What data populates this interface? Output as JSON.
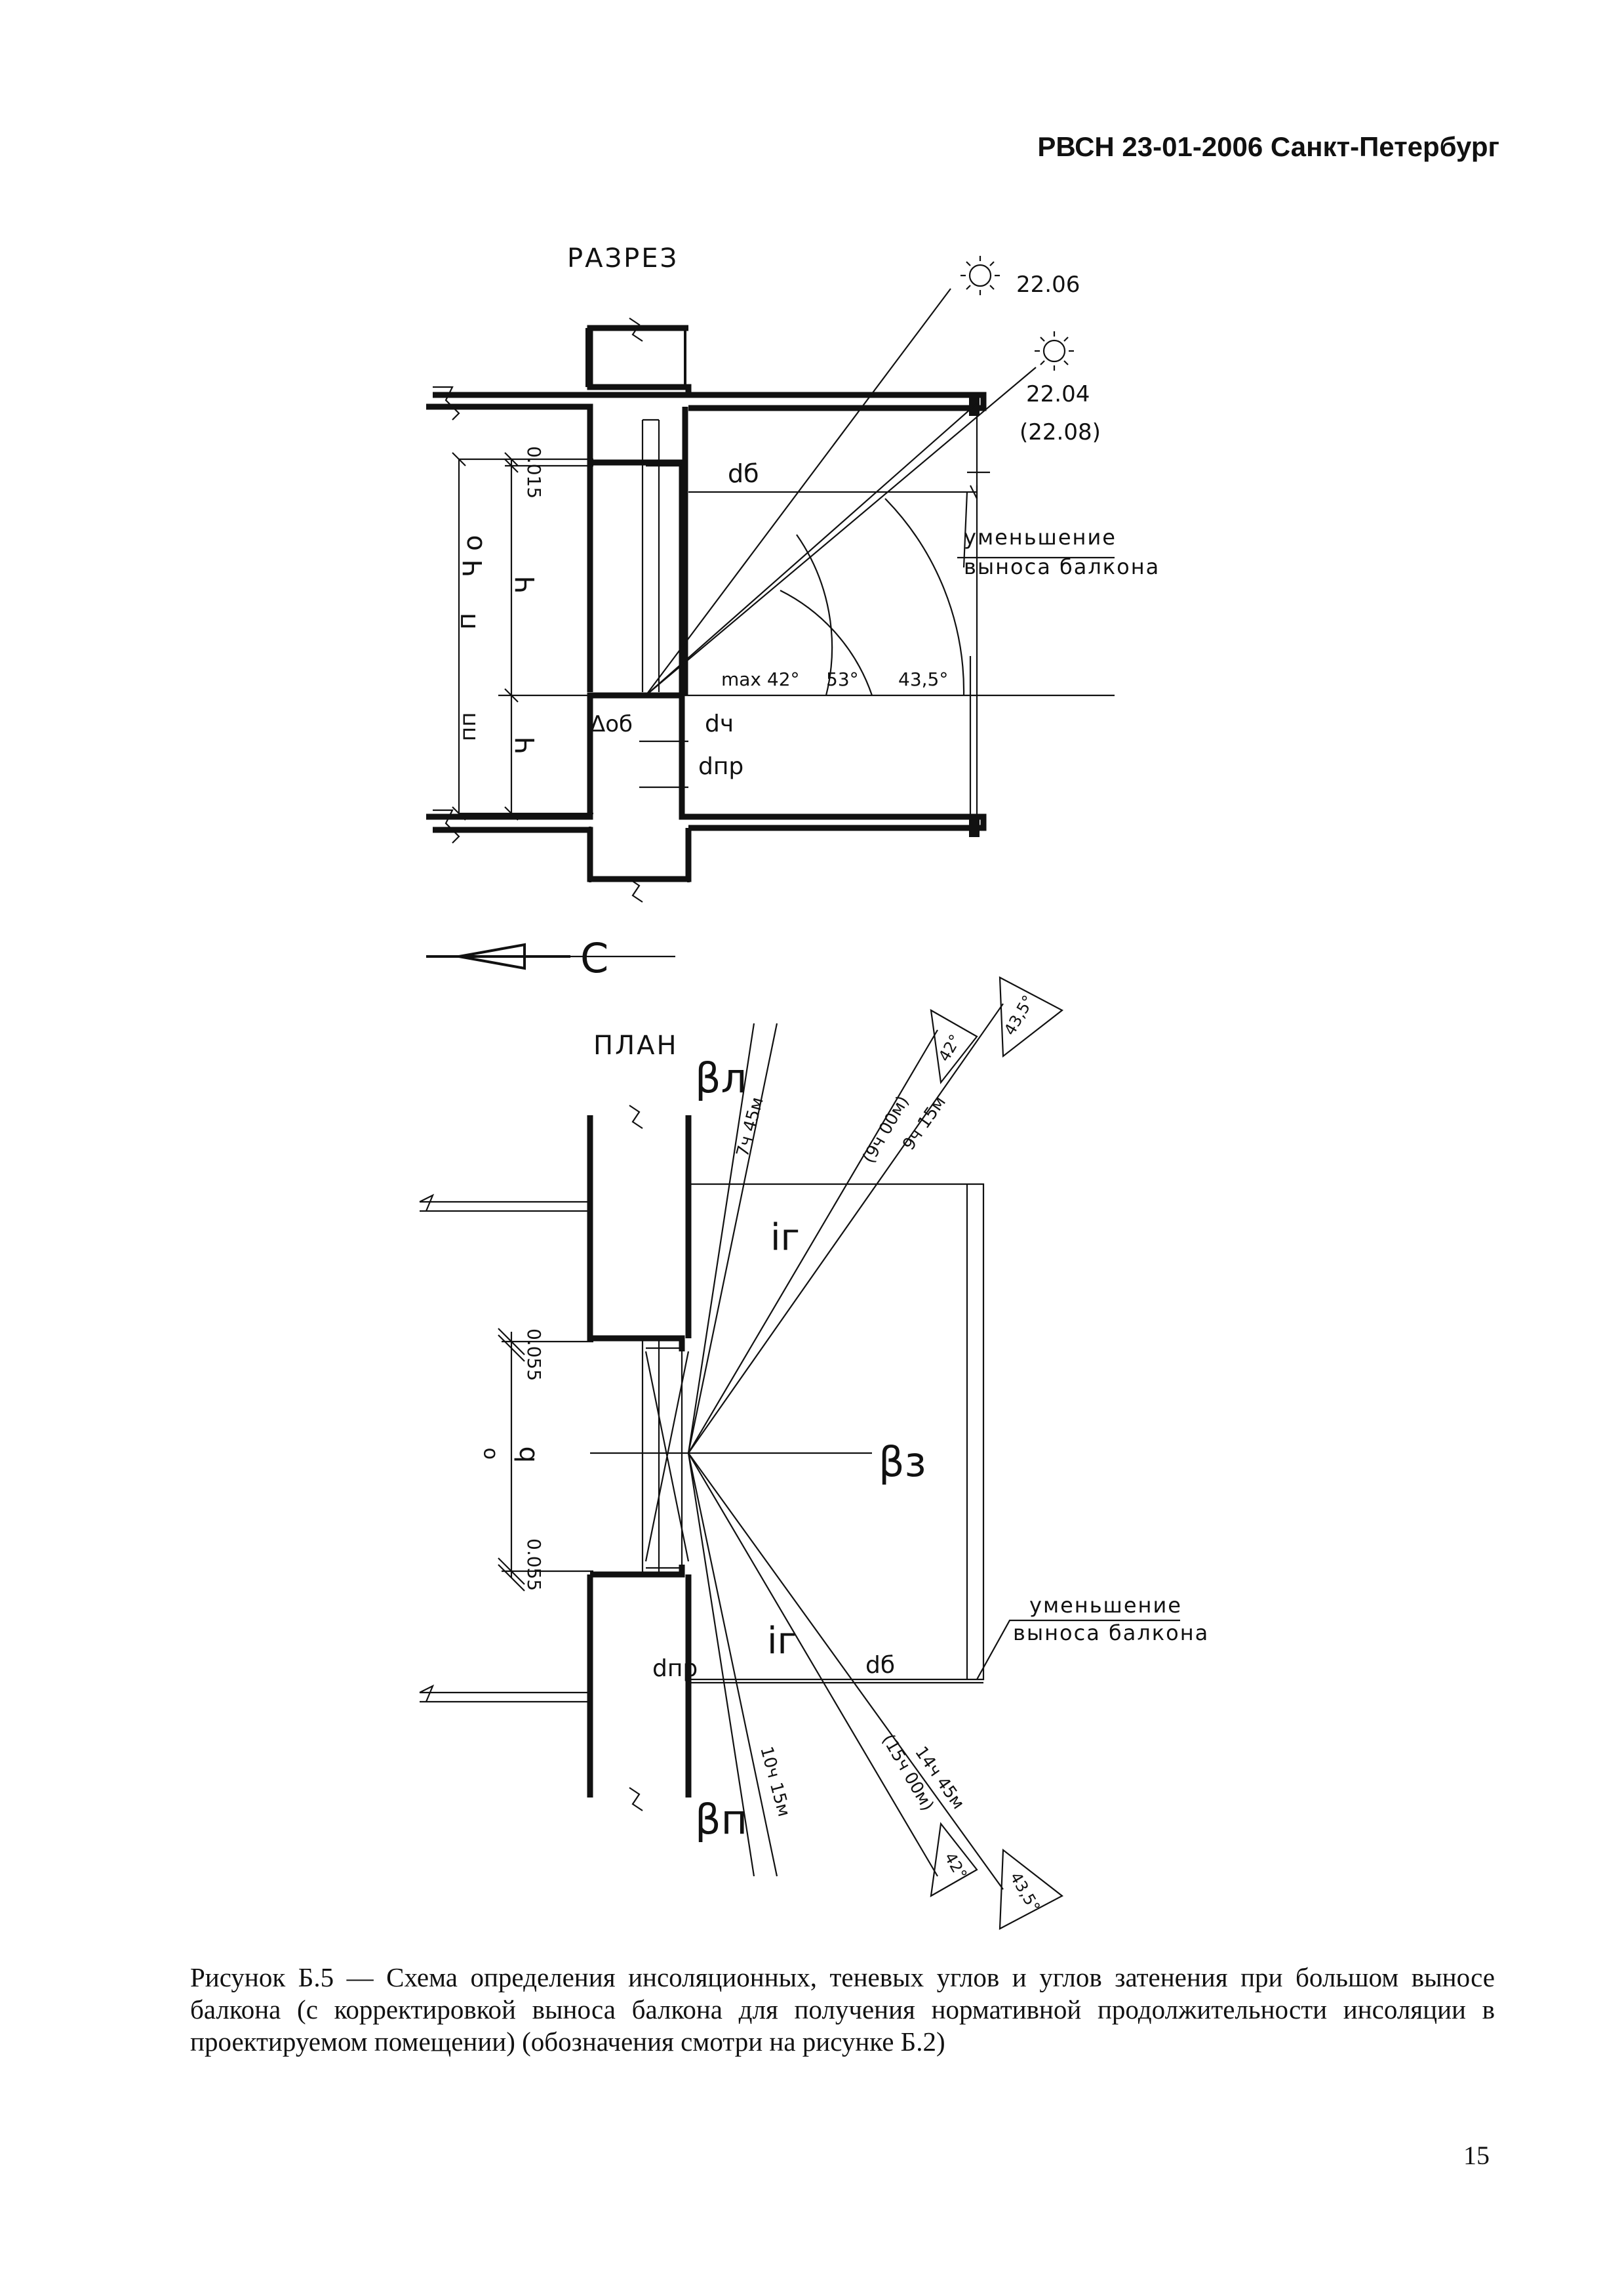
{
  "header": {
    "title": "РВСН 23-01-2006 Санкт-Петербург"
  },
  "section": {
    "title": "РАЗРЕЗ",
    "sun_date_upper": "22.06",
    "sun_date_lower": "22.04",
    "sun_date_lower_alt": "(22.08)",
    "label_db": "dб",
    "note_line1": "уменьшение",
    "note_line2": "выноса балкона",
    "angle_max": "max 42°",
    "angle_mid": "53°",
    "angle_right": "43,5°",
    "label_delta": "Δоб",
    "label_dch": "dч",
    "label_dpr": "dпр",
    "dim_top": "0.015",
    "dim_n": "п",
    "dim_ho": "Ч о",
    "dim_h": "Ч",
    "dim_pp": "пп",
    "dim_h2": "Ч"
  },
  "north_symbol": "С",
  "plan": {
    "title": "ПЛАН",
    "beta_l": "βл",
    "beta_z": "βз",
    "beta_p": "βп",
    "i_g_upper": "iг",
    "i_g_lower": "iг",
    "ray_time_1": "7ч 45м",
    "ray_time_2": "(9ч 00м)",
    "ray_time_3": "9ч 15м",
    "ray_time_4": "10ч 15м",
    "ray_time_5": "(15ч 00м)",
    "ray_time_6": "14ч 45м",
    "tri_upper_1": "42°",
    "tri_upper_2": "43,5°",
    "tri_lower_1": "42°",
    "tri_lower_2": "43,5°",
    "note_line1": "уменьшение",
    "note_line2": "выноса балкона",
    "label_dpr": "dпр",
    "label_db": "dб",
    "dim_top": "0.055",
    "dim_bottom": "0.055",
    "dim_b": "b",
    "dim_o": "о"
  },
  "caption": "Рисунок Б.5 — Схема определения инсоляционных, теневых углов и углов затенения при большом выносе балкона (с корректировкой выноса балкона для получения нормативной продолжительности инсоляции в проектируемом помещении) (обозначения смотри на рисунке Б.2)",
  "page_number": "15"
}
